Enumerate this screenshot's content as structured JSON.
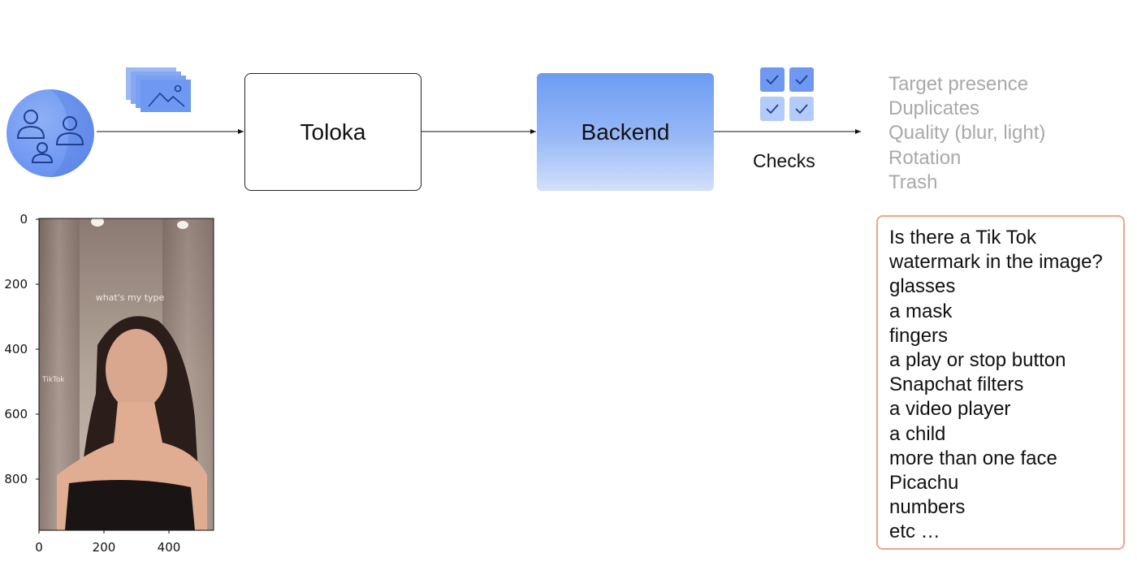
{
  "diagram": {
    "toloka_label": "Toloka",
    "backend_label": "Backend",
    "checks_label": "Checks",
    "icons": {
      "users": "users-group-icon",
      "images": "image-stack-icon",
      "checks": "checkbox-grid-icon"
    },
    "colors": {
      "accent_blue": "#6b9cf4",
      "check_list_gray": "#a9a9a9",
      "questions_border": "#e9a88a"
    }
  },
  "check_list": [
    "Target presence",
    "Duplicates",
    "Quality (blur, light)",
    "Rotation",
    "Trash"
  ],
  "questions": [
    "Is there a Tik Tok",
    "watermark in the image?",
    "glasses",
    "a mask",
    "fingers",
    "a play or stop button",
    "Snapchat filters",
    "a video player",
    "a child",
    "more than one face",
    "Picachu",
    "numbers",
    "etc …"
  ],
  "image_plot": {
    "y_ticks": [
      "0",
      "200",
      "400",
      "600",
      "800"
    ],
    "x_ticks": [
      "0",
      "200",
      "400"
    ],
    "overlay_caption": "what's my type",
    "watermark_text": "TikTok"
  }
}
